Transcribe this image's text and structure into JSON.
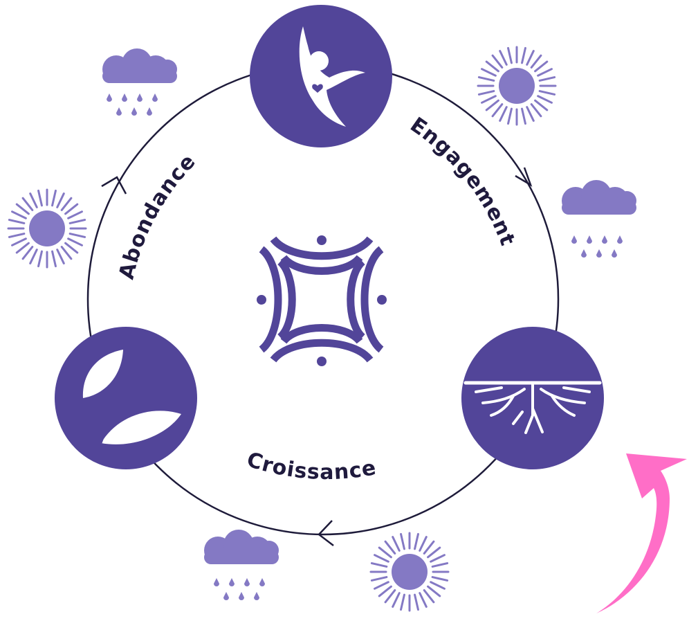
{
  "colors": {
    "circle_fill": "#524599",
    "ring_stroke": "#1e1b3a",
    "label_text": "#1f1a3d",
    "weather": "#8479c4",
    "accent_arrow": "#ff6ec7",
    "icon_fill": "#ffffff"
  },
  "cycle": {
    "stages": [
      {
        "label": "Engagement",
        "icon": "person-heart-icon"
      },
      {
        "label": "Croissance",
        "icon": "roots-icon"
      },
      {
        "label": "Abondance",
        "icon": "leaves-icon"
      }
    ],
    "center_icon": "center-emblem-icon"
  },
  "weather_icons": [
    "cloud-rain-icon",
    "sun-icon",
    "sun-icon",
    "cloud-rain-icon",
    "cloud-rain-icon",
    "sun-icon"
  ],
  "accent": {
    "icon": "curved-arrow-icon"
  }
}
